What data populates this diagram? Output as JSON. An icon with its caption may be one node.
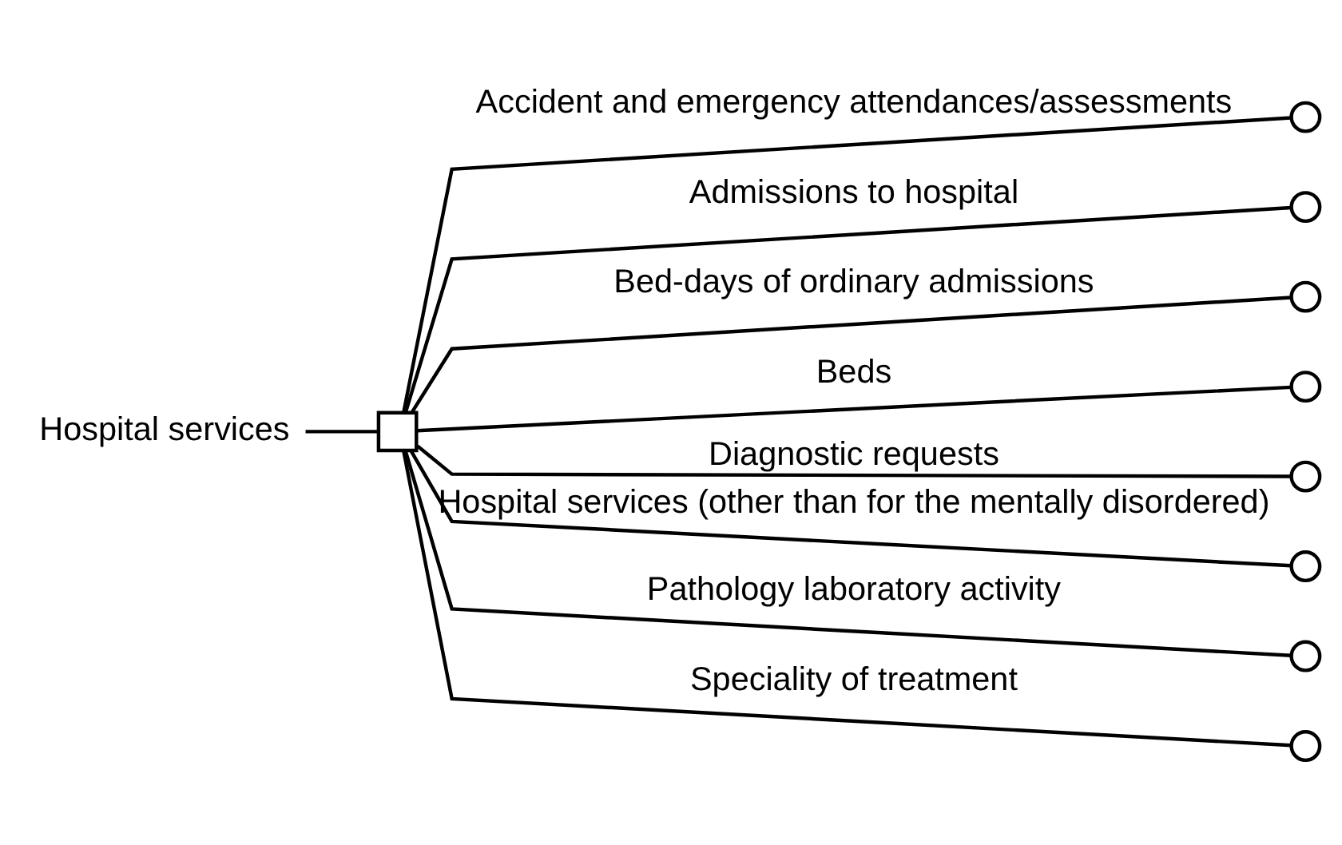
{
  "diagram": {
    "nodes": [
      {
        "text": [
          "Hospital services"
        ]
      },
      {
        "text": [],
        "shape": "box"
      },
      {
        "text": [],
        "shape": "circle"
      },
      {
        "text": [],
        "shape": "circle"
      },
      {
        "text": [],
        "shape": "circle"
      },
      {
        "text": [],
        "shape": "circle"
      },
      {
        "text": [],
        "shape": "circle"
      },
      {
        "text": [],
        "shape": "circle"
      },
      {
        "text": [],
        "shape": "circle"
      },
      {
        "text": [],
        "shape": "circle"
      }
    ],
    "edges": [
      {
        "from": 0,
        "to": 1,
        "arrow": "none"
      },
      {
        "from": 1,
        "to": 2,
        "arrow": "none",
        "label": "Accident and emergency attendances/assessments"
      },
      {
        "from": 1,
        "to": 3,
        "arrow": "none",
        "label": "Admissions to hospital"
      },
      {
        "from": 1,
        "to": 4,
        "arrow": "none",
        "label": "Bed-days of ordinary admissions"
      },
      {
        "from": 1,
        "to": 5,
        "arrow": "none",
        "label": "Beds"
      },
      {
        "from": 1,
        "to": 6,
        "arrow": "none",
        "label": "Diagnostic requests"
      },
      {
        "from": 1,
        "to": 7,
        "arrow": "none",
        "label": "Hospital services (other than for the mentally disordered)"
      },
      {
        "from": 1,
        "to": 8,
        "arrow": "none",
        "label": "Pathology laboratory activity"
      },
      {
        "from": 1,
        "to": 9,
        "arrow": "none",
        "label": "Speciality of treatment"
      }
    ]
  }
}
